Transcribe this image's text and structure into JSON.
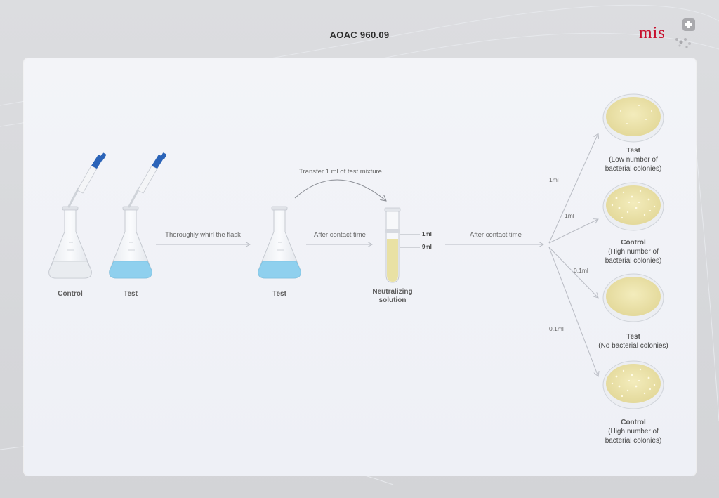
{
  "title": "AOAC 960.09",
  "logo": {
    "text": "mis"
  },
  "flasks": [
    {
      "label": "Control",
      "liquid": "clear"
    },
    {
      "label": "Test",
      "liquid": "blue"
    },
    {
      "label": "Test",
      "liquid": "blue"
    }
  ],
  "steps": {
    "whirl": "Thoroughly whirl the flask",
    "transfer": "Transfer 1 ml of test mixture",
    "contact1": "After contact time",
    "contact2": "After contact time"
  },
  "tube": {
    "label_line1": "Neutralizing",
    "label_line2": "solution",
    "mark_top": "1ml",
    "mark_bottom": "9ml"
  },
  "branch_volumes": [
    "1ml",
    "1ml",
    "0.1ml",
    "0.1ml"
  ],
  "plates": [
    {
      "title": "Test",
      "desc_line1": "(Low number of",
      "desc_line2": "bacterial colonies)"
    },
    {
      "title": "Control",
      "desc_line1": "(High number of",
      "desc_line2": "bacterial colonies)"
    },
    {
      "title": "Test",
      "desc_line1": "(No bacterial colonies)",
      "desc_line2": ""
    },
    {
      "title": "Control",
      "desc_line1": "(High number of",
      "desc_line2": "bacterial colonies)"
    }
  ],
  "colors": {
    "liquid_blue": "#8fd0ee",
    "pipette_blue": "#2b63b8",
    "agar": "#ece4a8",
    "logo_red": "#c8102e",
    "arrow_gray": "#b9bcc4"
  }
}
